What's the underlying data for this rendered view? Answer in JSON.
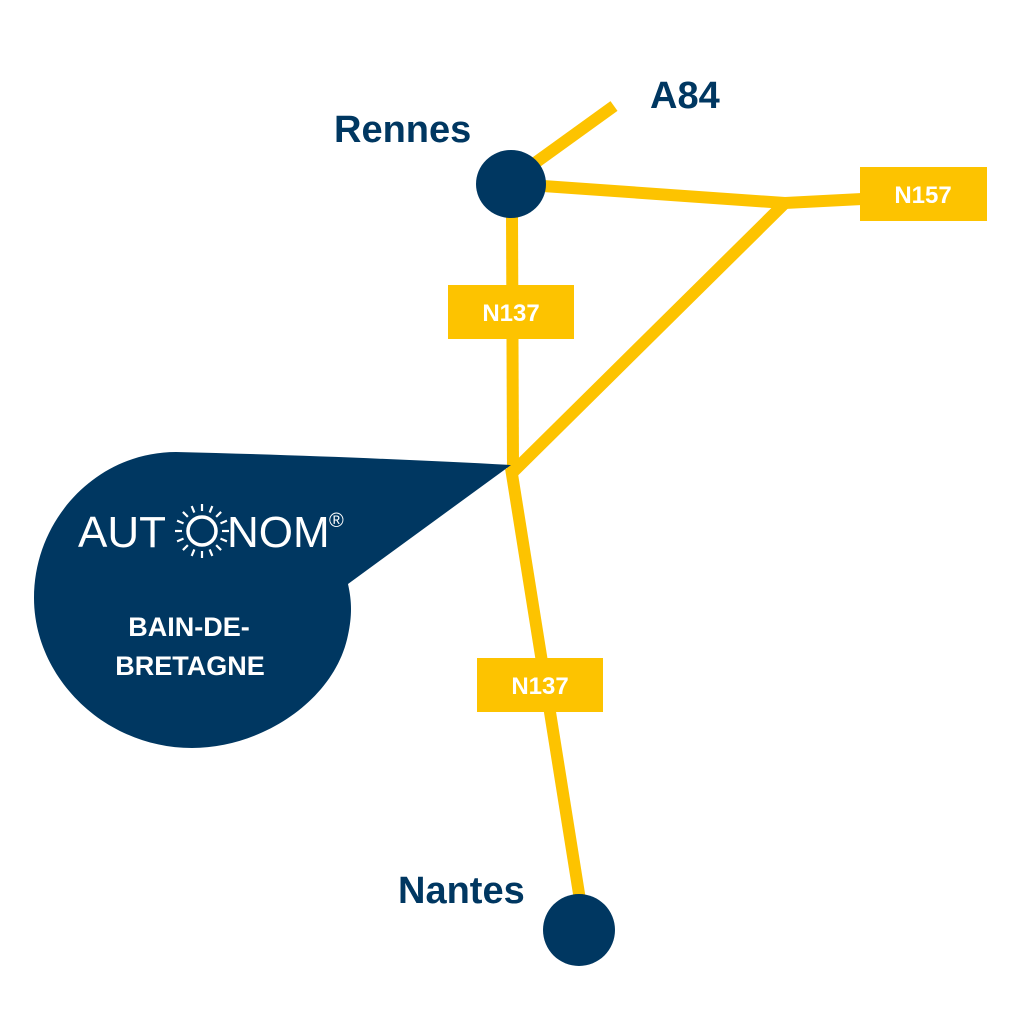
{
  "colors": {
    "road": "#FDC300",
    "navy": "#003761",
    "shield_text": "#FFFFFF",
    "background": "#FFFFFF"
  },
  "cities": {
    "rennes": "Rennes",
    "nantes": "Nantes"
  },
  "roads": {
    "a84": "A84",
    "n157": "N157",
    "n137_north": "N137",
    "n137_south": "N137"
  },
  "callout": {
    "brand_left": "AUT",
    "brand_right": "NOM",
    "brand_symbol": "®",
    "brand_icon": "sun-icon",
    "location_line1": "BAIN-DE-",
    "location_line2": "BRETAGNE"
  }
}
